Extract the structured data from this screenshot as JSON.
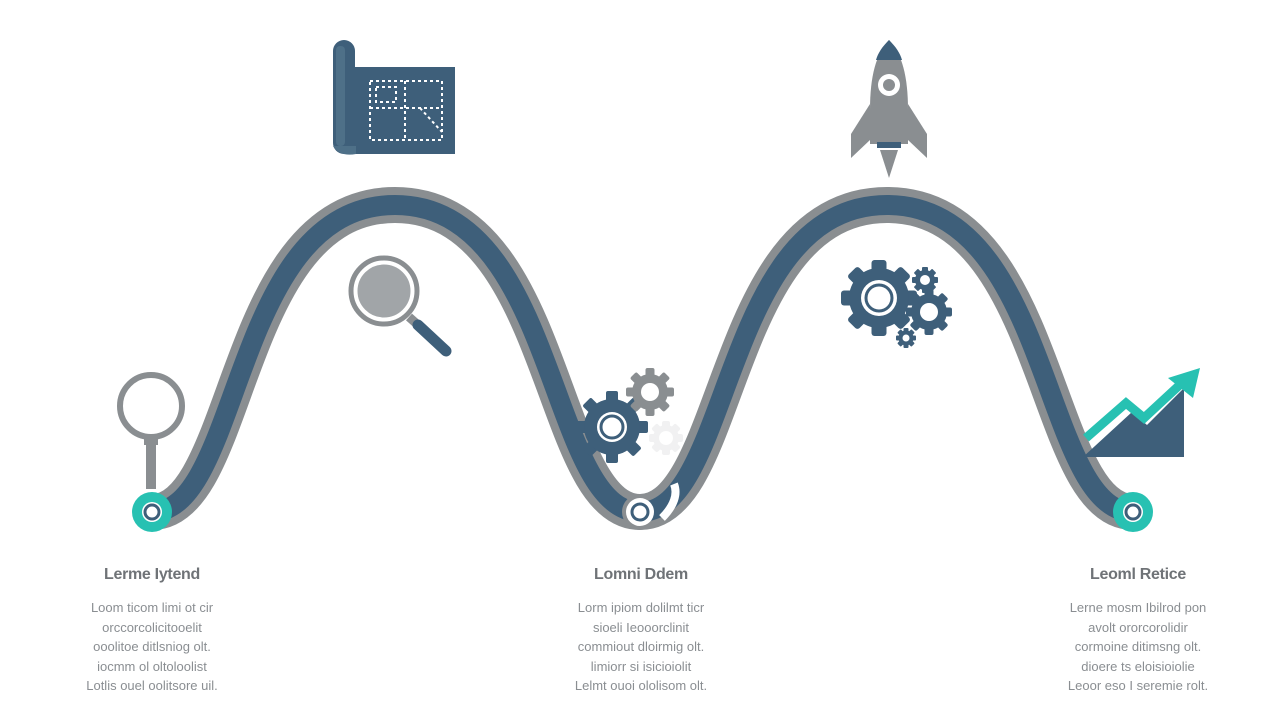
{
  "colors": {
    "navy": "#3e5f7a",
    "grey": "#8a8e91",
    "teal": "#27c1b2",
    "text": "#7a7e82"
  },
  "icons": [
    "blueprint-icon",
    "rocket-icon",
    "magnifier-icon",
    "gears-icon",
    "growth-chart-icon"
  ],
  "steps": [
    {
      "title": "Lerme Iytend",
      "lines": [
        "Loom ticom limi ot cir",
        "orccorcolicitooelit",
        "ooolitoe ditlsniog olt.",
        "iocmm ol oltoloolist",
        "Lotlis ouel oolitsore uil."
      ]
    },
    {
      "title": "Lomni Ddem",
      "lines": [
        "Lorm ipiom dolilmt ticr",
        "sioeli Ieooorclinit",
        "commiout dloirmig olt.",
        "limiorr si isicioiolit",
        "Lelmt ouoi ololisom olt."
      ]
    },
    {
      "title": "Leoml Retice",
      "lines": [
        "Lerne mosm Ibilrod pon",
        "avolt ororcorolidir",
        "cormoine ditimsng olt.",
        "dioere ts eloisioiolie",
        "Leoor eso I seremie rolt."
      ]
    }
  ]
}
